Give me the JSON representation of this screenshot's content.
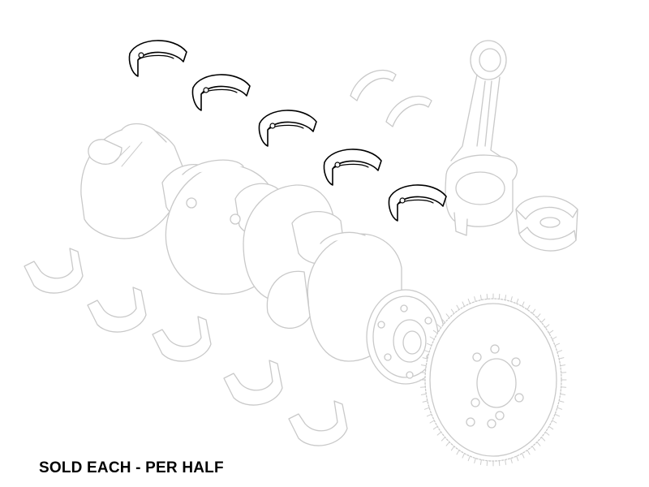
{
  "caption": "SOLD EACH - PER HALF",
  "colors": {
    "highlight_outline": "#000000",
    "ghost_outline": "#c9c9c9",
    "background": "#ffffff"
  },
  "icons": {
    "highlighted_part": "bearing-shell-icon",
    "context_parts": [
      "crankshaft",
      "connecting-rod",
      "thrust-washer",
      "flywheel-ring-gear"
    ]
  }
}
